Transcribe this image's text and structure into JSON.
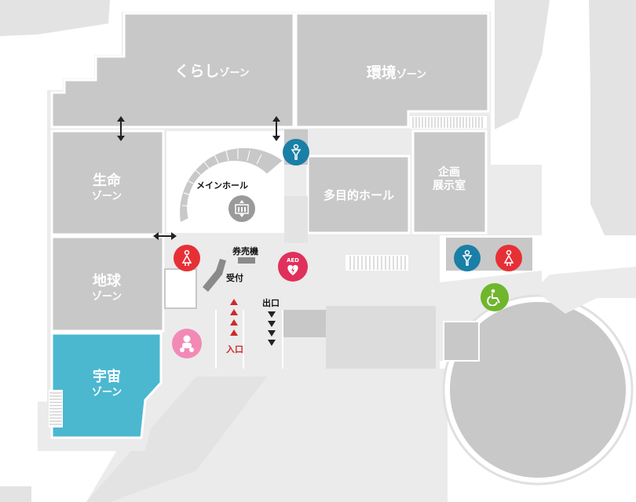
{
  "colors": {
    "room": "#c8c8c8",
    "room_border": "#ffffff",
    "corridor": "#ebebeb",
    "outdoor": "#e3e3e3",
    "space_zone": "#4bb8d0",
    "text_dark": "#111111",
    "entrance_red": "#cc2a2a",
    "restroom_male": "#1a7fa6",
    "restroom_female": "#e63036",
    "aed": "#e0305c",
    "accessible": "#6fb62d",
    "nursing": "#f28ab5",
    "elevator": "#9a9a9a"
  },
  "zones": {
    "kurashi": {
      "main": "くらし",
      "suffix": "ゾーン"
    },
    "kankyo": {
      "main": "環境",
      "suffix": "ゾーン"
    },
    "seimei": {
      "main": "生命",
      "suffix": "ゾーン"
    },
    "chikyu": {
      "main": "地球",
      "suffix": "ゾーン"
    },
    "uchu": {
      "main": "宇宙",
      "suffix": "ゾーン"
    },
    "tamokuteki": {
      "main": "多目的ホール"
    },
    "kikaku": {
      "line1": "企画",
      "line2": "展示室"
    }
  },
  "labels": {
    "main_hall": "メインホール",
    "ticket_machine": "券売機",
    "reception": "受付",
    "exit": "出口",
    "entrance": "入口",
    "aed": "AED"
  },
  "icons": [
    "restroom-male-icon",
    "restroom-female-icon",
    "aed-icon",
    "nursing-room-icon",
    "accessible-restroom-icon",
    "elevator-icon",
    "stairs-icon",
    "passage-arrow-icon"
  ]
}
